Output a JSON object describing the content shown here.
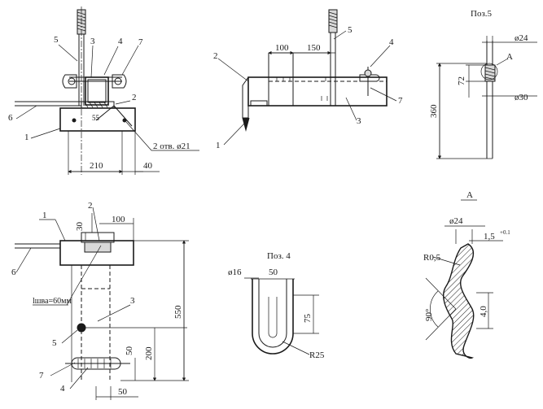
{
  "views": {
    "front": {
      "labels": [
        "1",
        "2",
        "3",
        "4",
        "5",
        "6",
        "7"
      ],
      "dims": [
        "210",
        "40",
        "55"
      ],
      "note": "2 отв. ø21"
    },
    "side": {
      "labels": [
        "1",
        "2",
        "3",
        "4",
        "5",
        "7"
      ],
      "dims": [
        "100",
        "150"
      ]
    },
    "pos5": {
      "title": "Поз.5",
      "dims": [
        "ø24",
        "72",
        "360",
        "ø30"
      ],
      "callout": "А"
    },
    "plan": {
      "labels": [
        "1",
        "2",
        "3",
        "4",
        "5",
        "6",
        "7"
      ],
      "dims": [
        "30",
        "100",
        "550",
        "50",
        "200",
        "50"
      ],
      "weld_note": "lшва=60мм"
    },
    "pos4": {
      "title": "Поз. 4",
      "dims": [
        "ø16",
        "50",
        "75",
        "R25"
      ]
    },
    "detailA": {
      "title": "А",
      "dims": [
        "ø24",
        "1,5",
        "+0.1",
        "R0,5",
        "90°",
        "4,0"
      ]
    }
  }
}
